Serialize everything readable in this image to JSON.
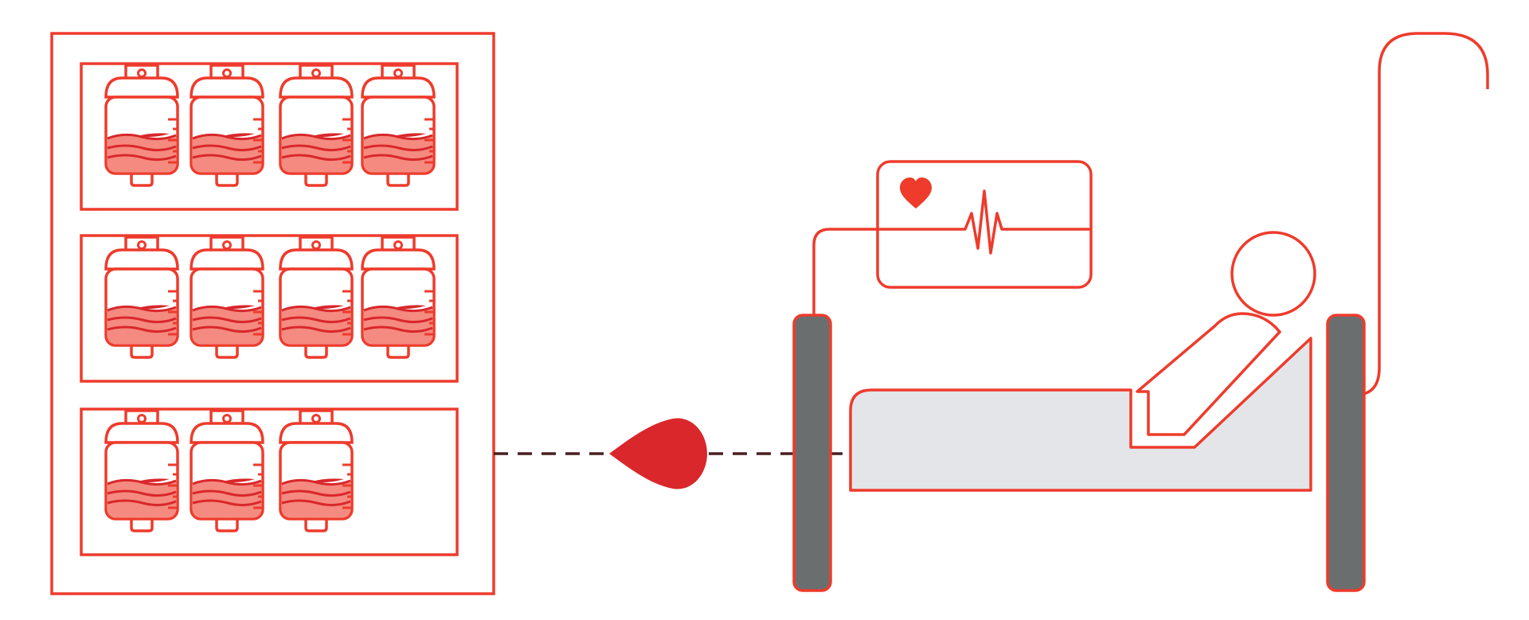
{
  "palette": {
    "outline": "#ee3b2c",
    "blood_dark": "#d9272b",
    "blood_light": "#f48a80",
    "mattress": "#e3e5e9",
    "bed_post": "#6b6e6f",
    "tube": "#4a1f22",
    "background": "#ffffff"
  },
  "illustration": {
    "blood_bank": {
      "shelves": [
        {
          "bag_count": 4
        },
        {
          "bag_count": 4
        },
        {
          "bag_count": 3
        }
      ]
    },
    "transfer_line": {
      "style": "dashed",
      "icon": "blood-drop-icon"
    },
    "monitor": {
      "icons": [
        "heart-icon",
        "heartbeat-line-icon"
      ]
    },
    "patient": {
      "icons": [
        "person-icon",
        "hospital-bed-icon",
        "iv-pole-icon"
      ]
    }
  }
}
